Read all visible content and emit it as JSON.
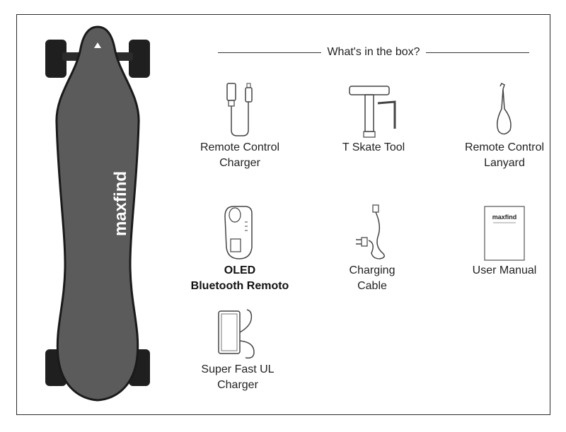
{
  "heading": "What's in the box?",
  "board": {
    "brand_text": "maxfind"
  },
  "items": [
    {
      "line1": "Remote Control",
      "line2": "Charger",
      "icon": "usb-cable-icon"
    },
    {
      "line1": "T Skate Tool",
      "line2": "",
      "icon": "t-tool-icon"
    },
    {
      "line1": "Remote Control",
      "line2": "Lanyard",
      "icon": "lanyard-icon"
    },
    {
      "line1": "OLED",
      "line2": "Bluetooth Remoto",
      "icon": "remote-icon"
    },
    {
      "line1": "Charging",
      "line2": "Cable",
      "icon": "charging-cable-icon"
    },
    {
      "line1": "User Manual",
      "line2": "",
      "icon": "manual-icon"
    },
    {
      "line1": "Super Fast UL",
      "line2": "Charger",
      "icon": "power-brick-icon"
    }
  ],
  "manual": {
    "brand_text": "maxfind"
  }
}
